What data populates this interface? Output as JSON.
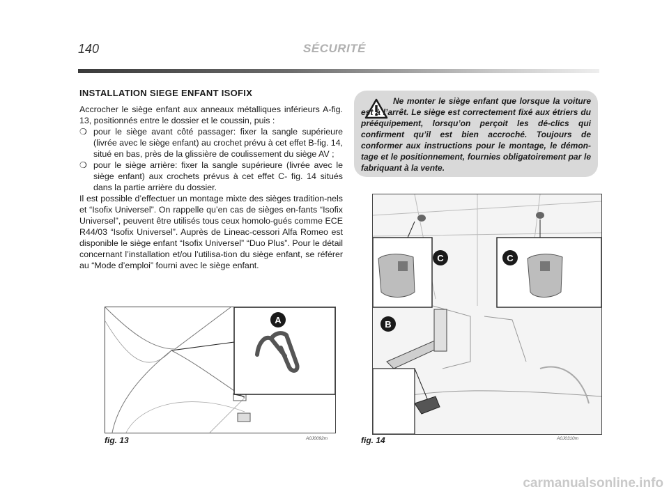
{
  "header": {
    "page_number": "140",
    "section_title": "SÉCURITÉ"
  },
  "content": {
    "heading": "INSTALLATION SIEGE ENFANT ISOFIX",
    "intro": "Accrocher le siège enfant aux anneaux métalliques inférieurs A-fig. 13, positionnés entre le dossier et le coussin, puis :",
    "bullet_mark": "❍",
    "bullets": [
      "pour le siège avant côté passager: fixer la sangle supérieure (livrée avec le siège enfant) au crochet prévu à cet effet B-fig. 14, situé en bas, près de la glissière de coulissement du siège AV ;",
      "pour le siège arrière: fixer la sangle supérieure (livrée avec le siège enfant) aux crochets prévus à cet effet C- fig. 14 situés dans la partie arrière du dossier."
    ],
    "paragraph": "Il est possible d’effectuer un montage mixte des sièges tradition-nels et “Isofix Universel”. On rappelle qu’en cas de sièges en-fants “Isofix Universel”, peuvent être utilisés tous ceux homolo-gués comme ECE R44/03 “Isofix Universel”. Auprès de Lineac-cessori Alfa Romeo est disponible le siège enfant “Isofix Universel” “Duo Plus”. Pour le détail concernant l’installation et/ou l’utilisa-tion du siège enfant, se référer au “Mode d’emploi” fourni avec le siège enfant."
  },
  "warning": {
    "text": "Ne monter le siège enfant que lorsque la voiture est à l’arrêt. Le siège est correctement fixé aux étriers du prééquipement, lorsqu’on perçoit les dé-clics qui confirment qu’il est bien accroché. Toujours de conformer aux instructions pour le montage, le démon-tage et le positionnement, fournies obligatoirement par le fabriquant à la vente.",
    "icon": "warning-triangle-icon"
  },
  "figures": {
    "fig13": {
      "caption": "fig. 13",
      "code": "A0J0092m",
      "label_a": "A"
    },
    "fig14": {
      "caption": "fig. 14",
      "code": "A0J0310m",
      "label_b": "B",
      "label_c": "C"
    }
  },
  "watermark": "carmanualsonline.info",
  "colors": {
    "accent_dark": "#333333",
    "warning_bg": "#d9d9d9",
    "section_title": "#b0b0b0"
  }
}
